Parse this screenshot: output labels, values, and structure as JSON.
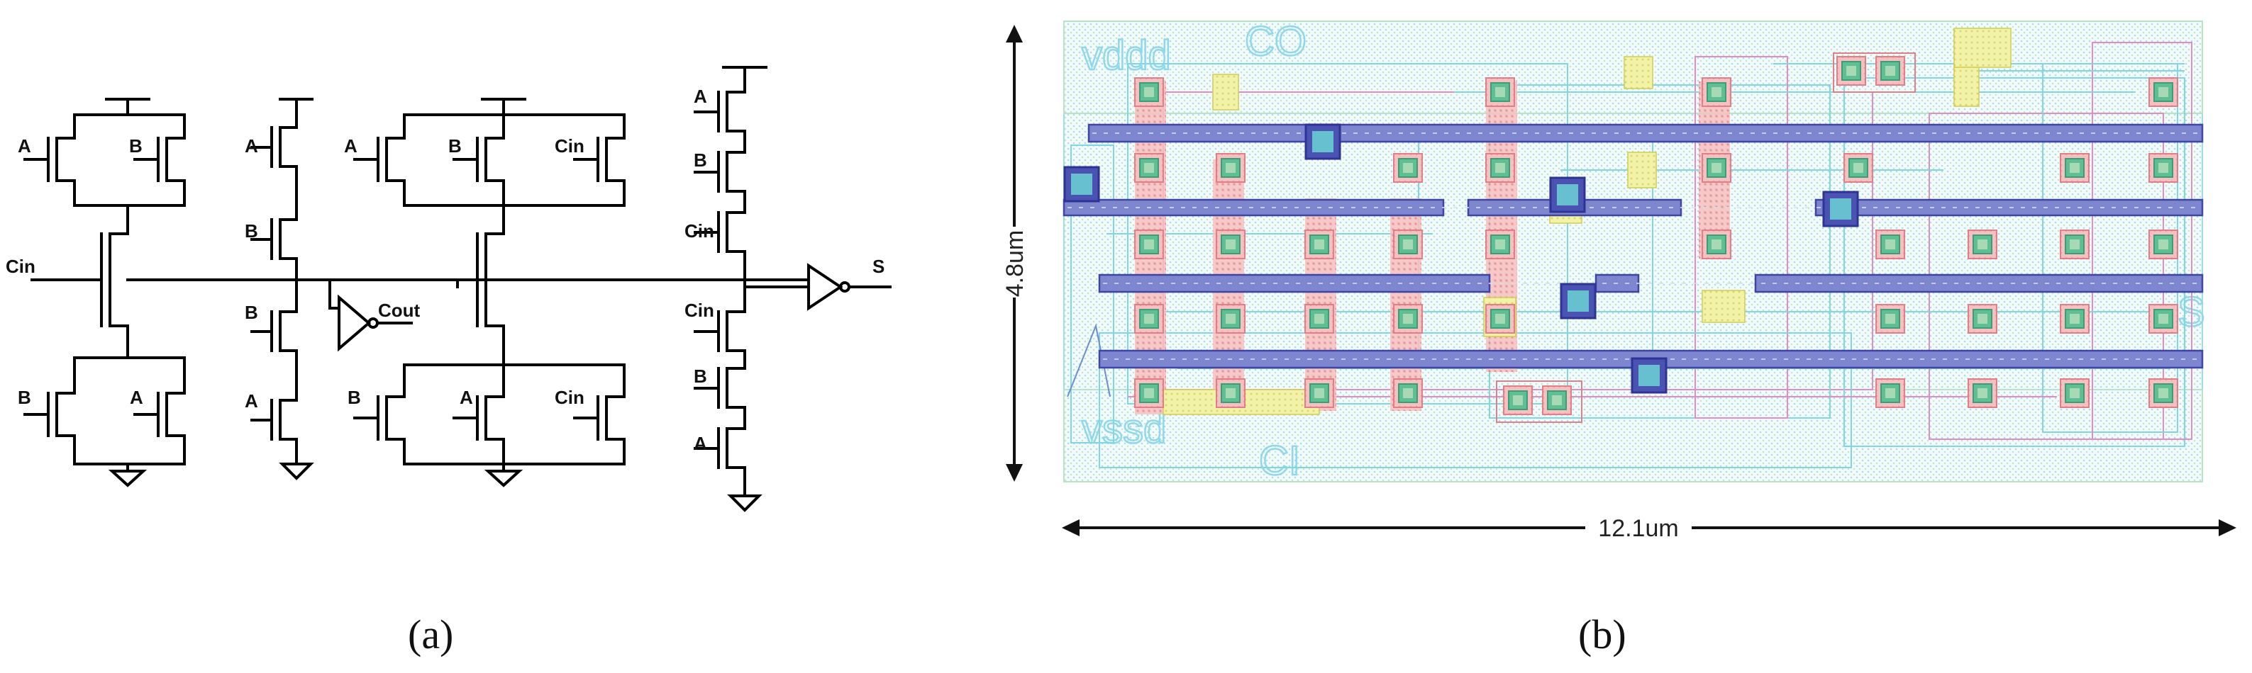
{
  "panel_a": {
    "caption": "(a)",
    "pull_up_1": {
      "gate_left": "A",
      "gate_right": "B"
    },
    "mid_left": {
      "gate": "Cin"
    },
    "pull_down_1": {
      "gate_left": "B",
      "gate_right": "A"
    },
    "stack_2": {
      "gates": [
        "A",
        "B",
        "B",
        "A"
      ]
    },
    "inverter_cout": {
      "label": "Cout"
    },
    "pull_up_3": {
      "gates": [
        "A",
        "B",
        "Cin"
      ]
    },
    "pull_down_3": {
      "gates": [
        "B",
        "A",
        "Cin"
      ]
    },
    "stack_4": {
      "gates": [
        "A",
        "B",
        "Cin",
        "Cin",
        "B",
        "A"
      ]
    },
    "inverter_s": {
      "label": "S"
    }
  },
  "panel_b": {
    "caption": "(b)",
    "height_label": "4.8um",
    "width_label": "12.1um",
    "pin_labels": {
      "vdd": "vddd",
      "vss": "vssd",
      "co": "CO",
      "ci": "CI",
      "s": "S"
    }
  }
}
